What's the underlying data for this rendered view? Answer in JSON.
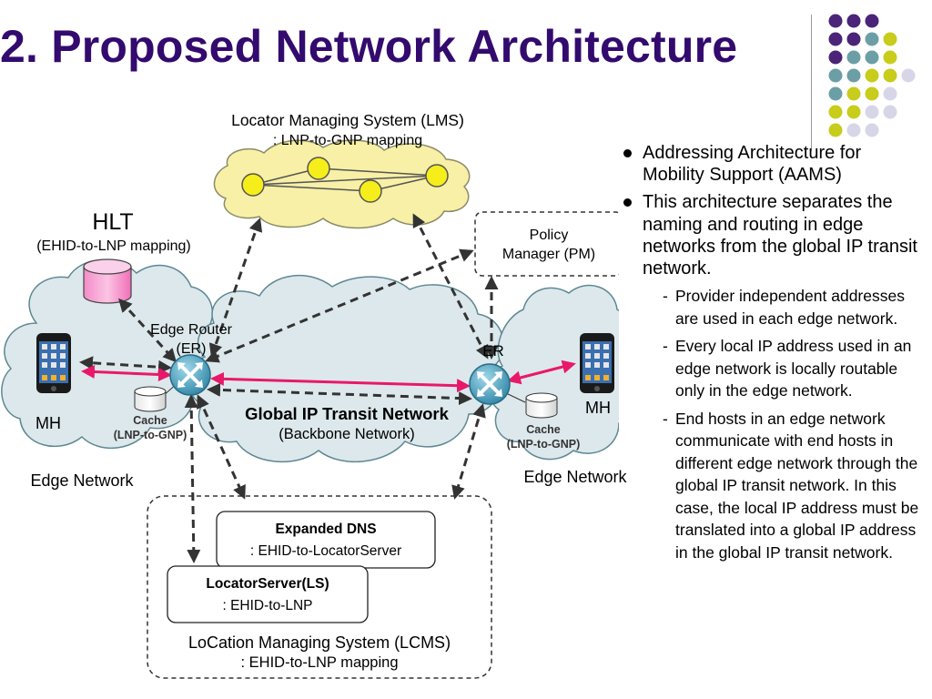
{
  "title": "2. Proposed Network Architecture",
  "colors": {
    "title": "#330a6e",
    "link_arrow": "#e8196a",
    "router": "#4ba3c0",
    "cloud_lms": "#f7f0a6",
    "cloud_net": "#dde8ec",
    "hlt_db": "#f7a8d8",
    "node": "#f5ee1a",
    "deco_purple": "#4b2378",
    "deco_teal": "#6b9fa5",
    "deco_yellow": "#c8cc1a",
    "deco_lavender": "#d6d6e8"
  },
  "diagram": {
    "lms_title": "Locator Managing System (LMS)",
    "lms_sub": ": LNP-to-GNP mapping",
    "hlt_title": "HLT",
    "hlt_sub": "(EHID-to-LNP mapping)",
    "pm_line1": "Policy",
    "pm_line2": "Manager (PM)",
    "er_left_line1": "Edge Router",
    "er_left_line2": "(ER)",
    "er_right": "ER",
    "mh_left": "MH",
    "mh_right": "MH",
    "cache_left_line1": "Cache",
    "cache_left_line2": "(LNP-to-GNP)",
    "cache_right_line1": "Cache",
    "cache_right_line2": "(LNP-to-GNP)",
    "global_title": "Global IP Transit Network",
    "global_sub": "(Backbone Network)",
    "edge_left": "Edge Network",
    "edge_right": "Edge Network",
    "dns_title": "Expanded DNS",
    "dns_sub": ": EHID-to-LocatorServer",
    "ls_title": "LocatorServer(LS)",
    "ls_sub": ": EHID-to-LNP",
    "lcms_title": "LoCation Managing System (LCMS)",
    "lcms_sub": ": EHID-to-LNP mapping"
  },
  "bullets": [
    {
      "text": "Addressing Architecture for Mobility Support (AAMS)"
    },
    {
      "text": "This architecture separates the naming and routing in edge networks from the global IP transit network."
    }
  ],
  "sub_bullets": [
    "Provider independent addresses are used in each edge network.",
    "Every local IP address used in an edge network is locally routable only in the edge network.",
    "End hosts in an edge network communicate with end hosts in different edge network through the global IP transit network. In this case, the local IP address must be translated into a global IP address in the global IP transit network."
  ],
  "icons": {
    "router": "router-icon",
    "phone": "mobile-phone-icon",
    "database": "database-icon"
  }
}
